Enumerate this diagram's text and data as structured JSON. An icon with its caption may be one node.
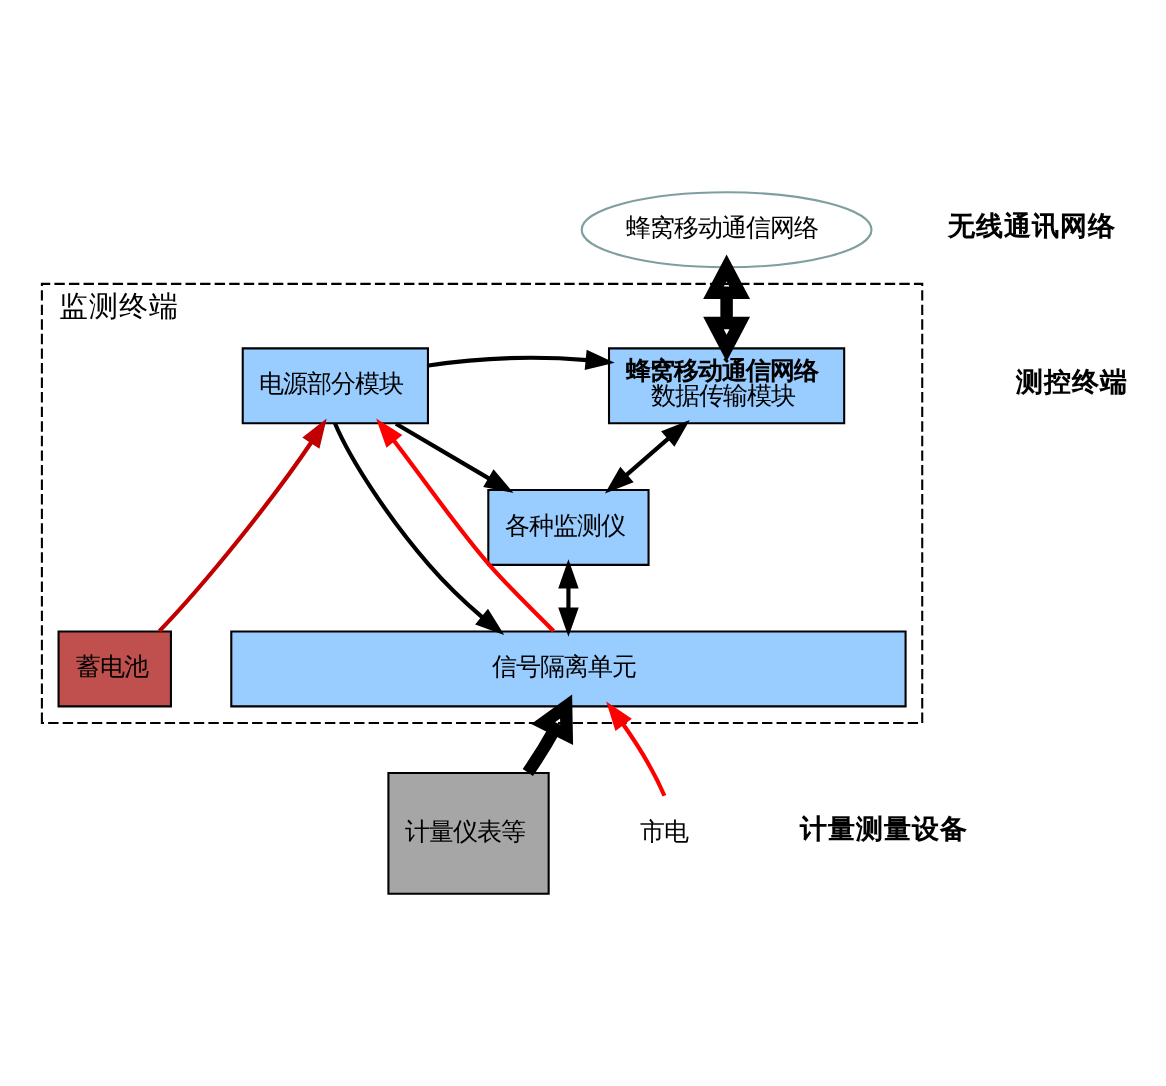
{
  "diagram": {
    "nodes": [
      {
        "text": [
          "蜂窝移动通信网络"
        ]
      },
      {
        "text": [
          "监测终端"
        ]
      },
      {
        "text": [
          "蜂窝移动通信网络",
          "数据传输模块"
        ],
        "in": 1
      },
      {
        "text": [
          "电源部分模块"
        ],
        "in": 1
      },
      {
        "text": [
          "各种监测仪"
        ],
        "in": 1
      },
      {
        "text": [
          "信号隔离单元"
        ],
        "in": 1
      },
      {
        "text": [
          "蓄电池"
        ],
        "in": 1
      },
      {
        "text": [
          "计量仪表等"
        ]
      },
      {
        "text": [
          "市电"
        ]
      }
    ],
    "edges": [
      {
        "from": 0,
        "to": 2,
        "arrow": "both",
        "style": "thick"
      },
      {
        "from": 2,
        "to": 4,
        "arrow": "both"
      },
      {
        "from": 4,
        "to": 5,
        "arrow": "both"
      },
      {
        "from": 3,
        "to": 2,
        "arrow": "to"
      },
      {
        "from": 3,
        "to": 4,
        "arrow": "to"
      },
      {
        "from": 3,
        "to": 5,
        "arrow": "to"
      },
      {
        "from": 8,
        "to": 5,
        "arrow": "to",
        "color": "#ff0000"
      },
      {
        "from": 5,
        "to": 3,
        "arrow": "to",
        "color": "#ff0000"
      },
      {
        "from": 6,
        "to": 3,
        "arrow": "to",
        "color": "#c00000"
      },
      {
        "from": 7,
        "to": 5,
        "arrow": "to",
        "style": "thick"
      }
    ],
    "labels": [
      "无线通讯网络",
      "测控终端",
      "计量测量设备"
    ]
  }
}
